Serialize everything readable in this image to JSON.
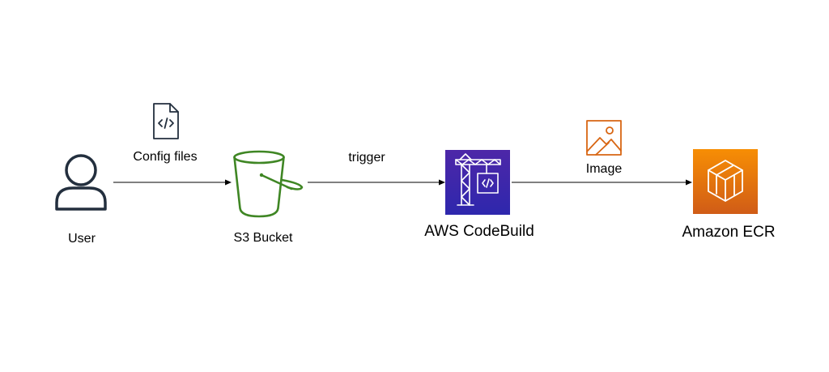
{
  "nodes": {
    "user": {
      "label": "User",
      "icon": "user-icon"
    },
    "s3": {
      "label": "S3 Bucket",
      "icon": "s3-bucket-icon",
      "color": "#3F8624"
    },
    "codebuild": {
      "label": "AWS CodeBuild",
      "icon": "codebuild-icon",
      "color_top": "#4D27A8",
      "color_bottom": "#2E27AD"
    },
    "ecr": {
      "label": "Amazon ECR",
      "icon": "ecr-icon",
      "color_top": "#F78E04",
      "color_bottom": "#D05C17"
    }
  },
  "edges": [
    {
      "from": "user",
      "to": "s3",
      "label": "Config files",
      "icon": "code-file-icon"
    },
    {
      "from": "s3",
      "to": "codebuild",
      "label": "trigger"
    },
    {
      "from": "codebuild",
      "to": "ecr",
      "label": "Image",
      "icon": "image-icon",
      "icon_color": "#D86613"
    }
  ]
}
